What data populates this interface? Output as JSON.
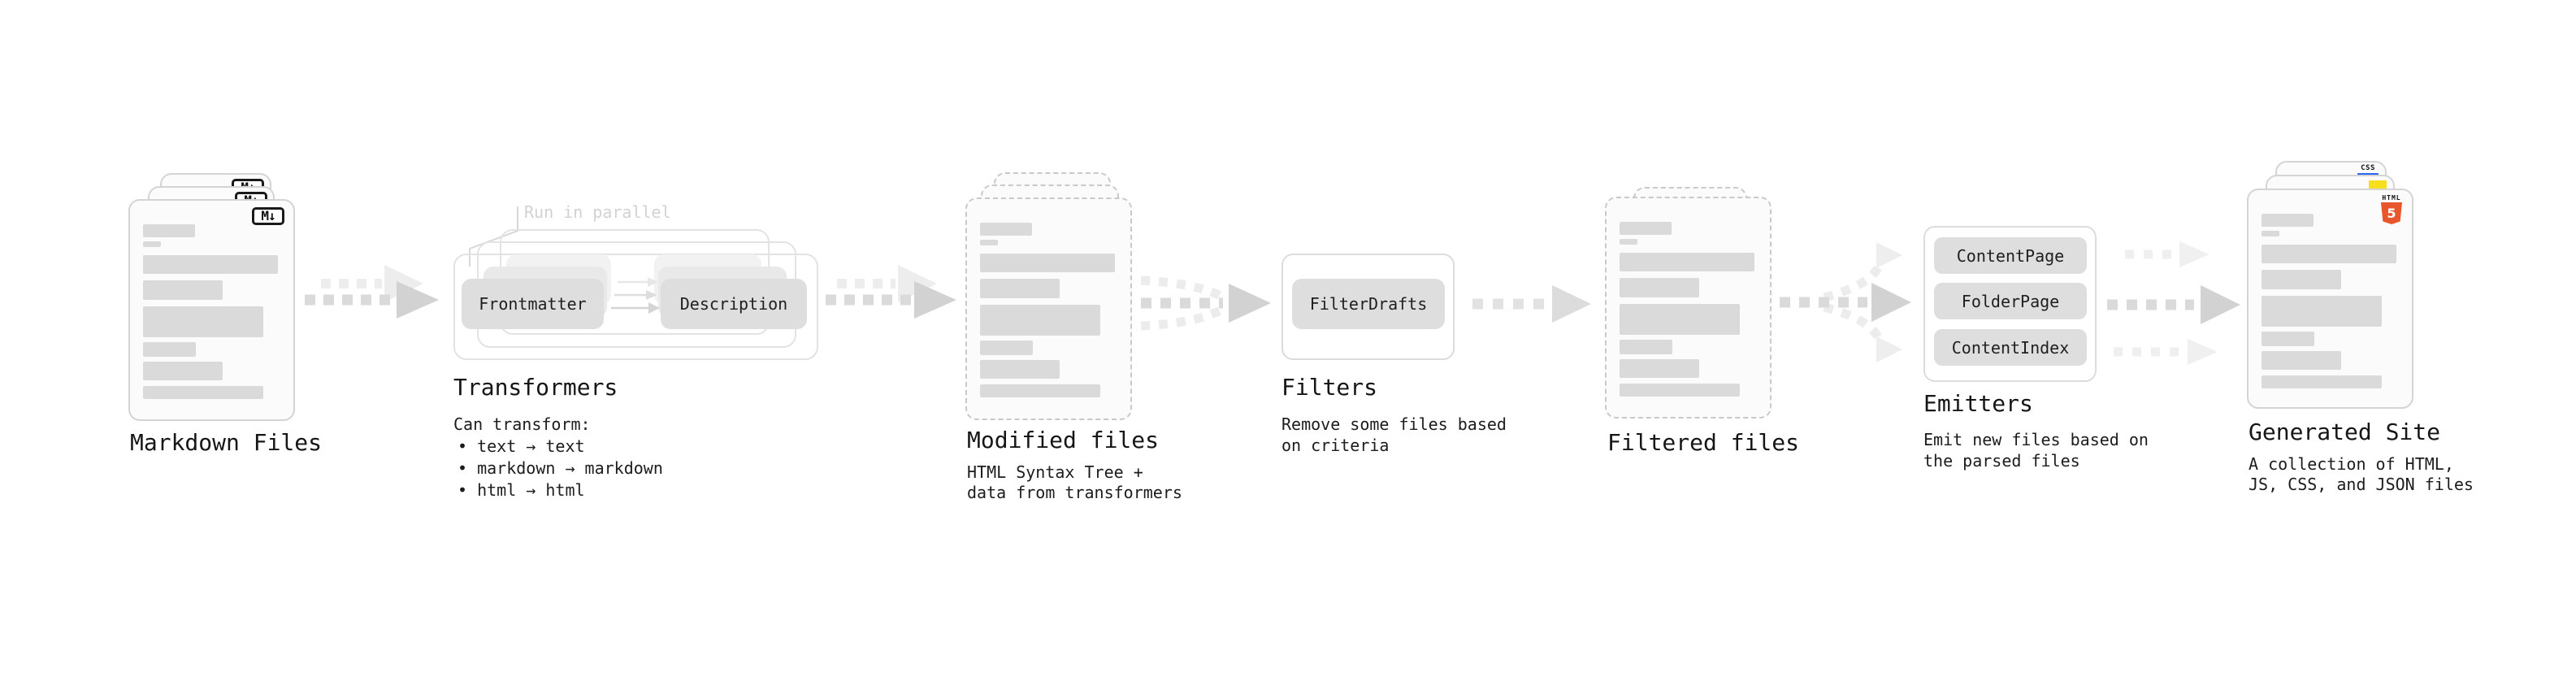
{
  "stages": {
    "markdown_files": {
      "title": "Markdown Files",
      "badge": "M↓"
    },
    "transformers": {
      "title": "Transformers",
      "parallel_note": "Run in parallel",
      "pill_left": "Frontmatter",
      "pill_right": "Description",
      "caption_heading": "Can transform:",
      "bullets": [
        "• text → text",
        "• markdown → markdown",
        "• html → html"
      ]
    },
    "modified_files": {
      "title": "Modified files",
      "caption": [
        "HTML Syntax Tree +",
        "data from transformers"
      ]
    },
    "filters": {
      "title": "Filters",
      "pill": "FilterDrafts",
      "caption": [
        "Remove some files based",
        "on criteria"
      ]
    },
    "filtered_files": {
      "title": "Filtered files"
    },
    "emitters": {
      "title": "Emitters",
      "pills": [
        "ContentPage",
        "FolderPage",
        "ContentIndex"
      ],
      "caption": [
        "Emit new files based on",
        "the parsed files"
      ]
    },
    "generated_site": {
      "title": "Generated Site",
      "caption": [
        "A collection of HTML,",
        "JS, CSS, and JSON files"
      ],
      "css_badge": "CSS",
      "html_badge_word": "HTML",
      "html_badge_number": "5"
    }
  },
  "colors": {
    "js_yellow": "#f7df1e",
    "css_blue": "#2965f1",
    "html5_orange": "#e8562d",
    "arrow_gray": "#d9d9d9",
    "pill_gray": "#dedede"
  }
}
